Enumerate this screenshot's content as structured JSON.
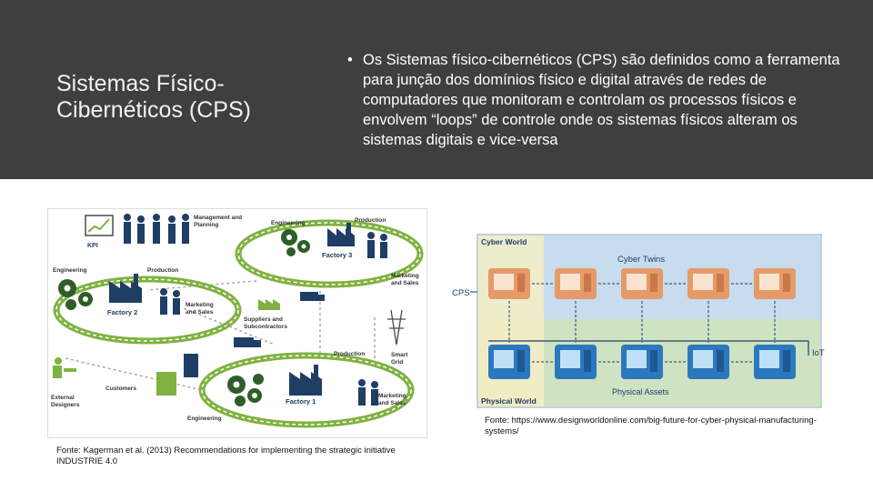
{
  "slide": {
    "title": "Sistemas Físico-Cibernéticos (CPS)",
    "bullet_symbol": "•",
    "bullet": "Os Sistemas físico-cibernéticos (CPS) são definidos como a ferramenta para junção dos domínios físico e digital através de redes de computadores que monitoram e controlam os processos físicos e envolvem “loops” de controle onde os sistemas físicos alteram os sistemas digitais e vice-versa"
  },
  "left_figure": {
    "labels": {
      "kpi": "KPI",
      "mgmt_line1": "Management and",
      "mgmt_line2": "Planning",
      "engineering_top": "Engineering",
      "production_top": "Production",
      "factory3": "Factory 3",
      "marketing_top_line1": "Marketing",
      "marketing_top_line2": "and Sales",
      "engineering_left": "Engineering",
      "production_left": "Production",
      "factory2": "Factory 2",
      "marketing_left_line1": "Marketing",
      "marketing_left_line2": "and Sales",
      "suppliers_line1": "Suppliers and",
      "suppliers_line2": "Subcontractors",
      "production_bottom": "Production",
      "smart_line1": "Smart",
      "smart_line2": "Grid",
      "customers": "Customers",
      "external_line1": "External",
      "external_line2": "Designers",
      "factory1": "Factory 1",
      "marketing_bottom_line1": "Marketing",
      "marketing_bottom_line2": "and Sales",
      "engineering_bottom": "Engineering"
    },
    "caption": "Fonte: Kagerman et al. (2013) Recommendations for implementing the strategic initiative INDUSTRIE 4.0"
  },
  "right_figure": {
    "labels": {
      "cyber_world": "Cyber World",
      "cyber_twins": "Cyber Twins",
      "cps": "CPS",
      "iot": "IoT",
      "physical_assets": "Physical Assets",
      "physical_world": "Physical World"
    },
    "caption": "Fonte: https://www.designworldonline.com/big-future-for-cyber-physical-manufacturing-systems/"
  },
  "colors": {
    "header_bg": "#3f3f3f",
    "header_text": "#ffffff",
    "ring_green": "#7fb241",
    "dark_green": "#2f5d2a",
    "navy": "#1f3e66",
    "cyber_blue": "#c7dcee",
    "physical_green": "#cfe3c2",
    "twin_orange": "#e59a67",
    "asset_blue": "#2c78bf"
  }
}
